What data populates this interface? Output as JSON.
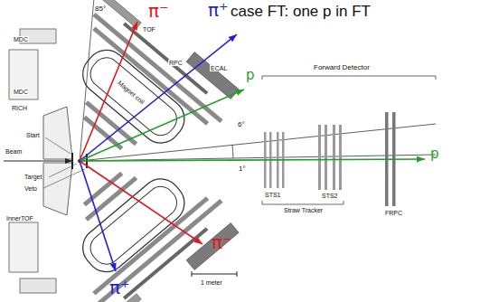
{
  "diagram": {
    "title": "case FT: one p in FT",
    "labels": [
      "π⁺",
      "85°",
      "π⁻",
      "MDC",
      "TOF",
      "RPC",
      "ECAL",
      "Magnet coil",
      "p",
      "Forward Detector",
      "p",
      "6°",
      "MDC",
      "RICH",
      "Start",
      "Beam",
      "Target",
      "Veto",
      "1°",
      "STS1",
      "STS2",
      "Straw Tracker",
      "FRPC",
      "InnerTOF",
      "π⁻",
      "1 meter",
      "π⁺"
    ]
  }
}
